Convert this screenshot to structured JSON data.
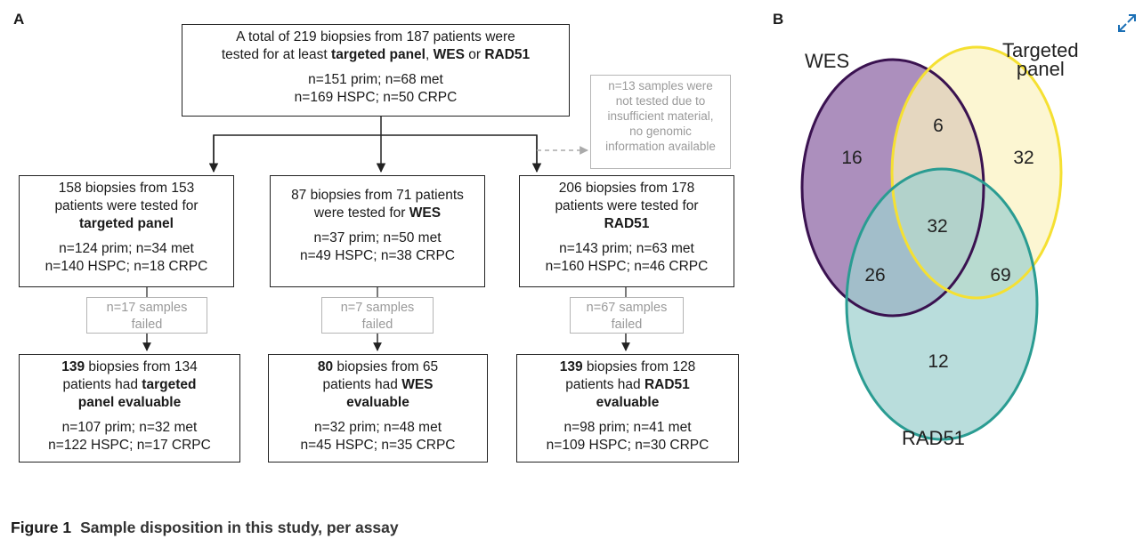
{
  "panel_a": {
    "letter": "A",
    "top_box": {
      "l1": [
        "A total of 219 biopsies from 187 patients were"
      ],
      "l2": [
        "tested for at least ",
        "targeted panel",
        ", ",
        "WES",
        " or ",
        "RAD51"
      ],
      "s1": "n=151 prim; n=68 met",
      "s2": "n=169 HSPC; n=50 CRPC"
    },
    "note_box": {
      "lines": [
        "n=13 samples were",
        "not tested due to",
        "insufficient material,",
        "no genomic",
        "information available"
      ]
    },
    "targeted": {
      "tested": {
        "l1": "158 biopsies from 153",
        "l2": "patients were tested for",
        "l3": "targeted panel",
        "s1": "n=124 prim; n=34 met",
        "s2": "n=140 HSPC; n=18 CRPC"
      },
      "failed": {
        "l1": "n=17 samples",
        "l2": "failed"
      },
      "evaluable": {
        "n": "139",
        "l1": " biopsies from 134",
        "l2a": "patients had ",
        "l2b": "targeted",
        "l3": "panel evaluable",
        "s1": "n=107 prim; n=32 met",
        "s2": "n=122 HSPC; n=17 CRPC"
      }
    },
    "wes": {
      "tested": {
        "l1": "87 biopsies from 71 patients",
        "l2a": "were tested for ",
        "l2b": "WES",
        "s1": "n=37 prim; n=50 met",
        "s2": "n=49 HSPC; n=38 CRPC"
      },
      "failed": {
        "l1": "n=7 samples",
        "l2": "failed"
      },
      "evaluable": {
        "n": "80",
        "l1": " biopsies from 65",
        "l2a": "patients had ",
        "l2b": "WES",
        "l3": "evaluable",
        "s1": "n=32 prim; n=48 met",
        "s2": "n=45 HSPC; n=35 CRPC"
      }
    },
    "rad51": {
      "tested": {
        "l1": "206 biopsies from 178",
        "l2": "patients were tested for",
        "l3": "RAD51",
        "s1": "n=143 prim; n=63 met",
        "s2": "n=160 HSPC; n=46 CRPC"
      },
      "failed": {
        "l1": "n=67 samples",
        "l2": "failed"
      },
      "evaluable": {
        "n": "139",
        "l1": " biopsies from 128",
        "l2a": "patients had ",
        "l2b": "RAD51",
        "l3": "evaluable",
        "s1": "n=98 prim; n=41 met",
        "s2": "n=109 HSPC; n=30 CRPC"
      }
    }
  },
  "panel_b": {
    "letter": "B",
    "sets": {
      "wes": {
        "label": "WES",
        "color": "#a686b8",
        "border": "#3a1250"
      },
      "targeted": {
        "label_l1": "Targeted",
        "label_l2": "panel",
        "color": "#fbf3c0",
        "border": "#f5e032"
      },
      "rad51": {
        "label": "RAD51",
        "color": "#9ed0cf",
        "border": "#2a9c92"
      }
    },
    "regions": {
      "wes_only": "16",
      "wes_targeted": "6",
      "targeted_only": "32",
      "all_three": "32",
      "wes_rad51": "26",
      "targeted_rad51": "69",
      "rad51_only": "12"
    }
  },
  "caption": {
    "label": "Figure 1",
    "title": "Sample disposition in this study, per assay"
  },
  "toolbar": {
    "expand_icon": "expand-icon",
    "accent": "#1a6fb5"
  }
}
